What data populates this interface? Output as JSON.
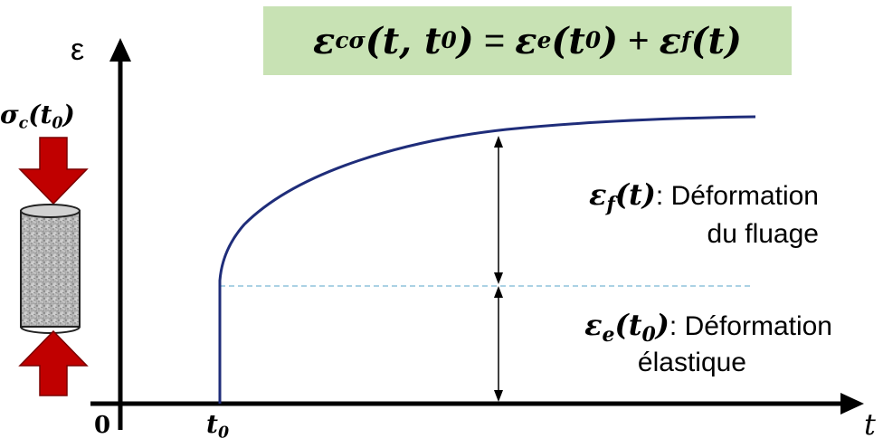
{
  "formula": {
    "lhs": "ε",
    "lhs_sub": "cσ",
    "lhs_args": "(t, t",
    "lhs_args_sub": "0",
    "lhs_close": ")",
    "equals": " = ",
    "term1": "ε",
    "term1_sub": "e",
    "term1_args": "(t",
    "term1_args_sub": "0",
    "term1_close": ")",
    "plus": " + ",
    "term2": "ε",
    "term2_sub": "f",
    "term2_args": "(t)"
  },
  "axes": {
    "y_label": "ε",
    "x_label": "t",
    "origin_label": "0",
    "t0_label": "t",
    "t0_sub": "0"
  },
  "load": {
    "label": "σ",
    "label_sub": "c",
    "label_args": "(t",
    "label_args_sub": "0",
    "label_close": ")"
  },
  "annotations": {
    "creep_symbol": "ε",
    "creep_sub": "f",
    "creep_args": "(t)",
    "creep_line1": ": Déformation",
    "creep_line2": "du fluage",
    "elastic_symbol": "ε",
    "elastic_sub": "e",
    "elastic_args": "(t",
    "elastic_args_sub": "0",
    "elastic_close": ")",
    "elastic_line1": ": Déformation",
    "elastic_line2": "élastique"
  },
  "colors": {
    "curve": "#1f2d7a",
    "elastic_level": "#8fc3dc",
    "arrow_fill": "#c00000",
    "arrow_stroke": "#7a0000",
    "formula_bg": "#c8e2b4",
    "axis": "#000000"
  }
}
